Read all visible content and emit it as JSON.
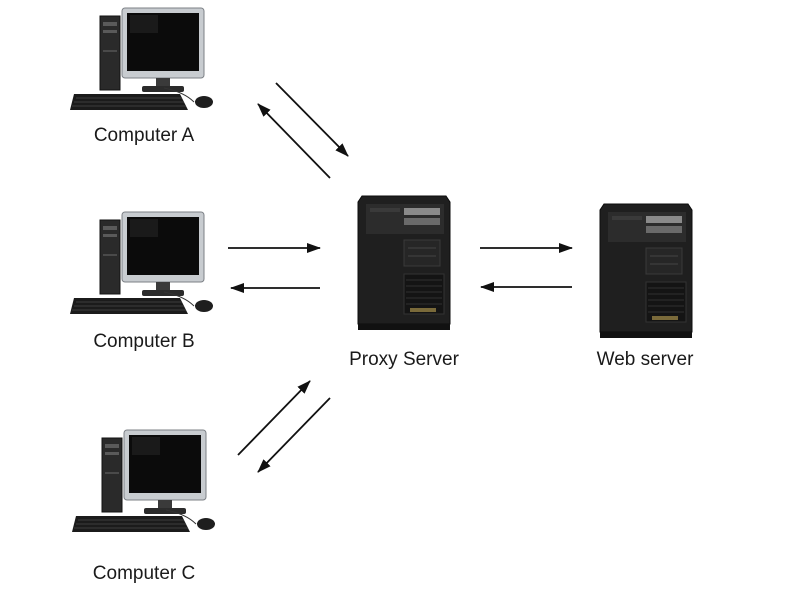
{
  "diagram": {
    "nodes": {
      "computer_a": {
        "label": "Computer A",
        "icon": "desktop-computer-icon"
      },
      "computer_b": {
        "label": "Computer B",
        "icon": "desktop-computer-icon"
      },
      "computer_c": {
        "label": "Computer C",
        "icon": "desktop-computer-icon"
      },
      "proxy": {
        "label": "Proxy Server",
        "icon": "tower-server-icon"
      },
      "web": {
        "label": "Web server",
        "icon": "tower-server-icon"
      }
    },
    "edges": [
      {
        "from": "computer_a",
        "to": "proxy",
        "direction": "bidirectional"
      },
      {
        "from": "computer_b",
        "to": "proxy",
        "direction": "bidirectional"
      },
      {
        "from": "computer_c",
        "to": "proxy",
        "direction": "bidirectional"
      },
      {
        "from": "proxy",
        "to": "web",
        "direction": "bidirectional"
      }
    ],
    "colors": {
      "arrow": "#111111",
      "device_dark": "#1e1e1e",
      "screen": "#0b0b0b",
      "bezel": "#bfc3c7"
    }
  }
}
